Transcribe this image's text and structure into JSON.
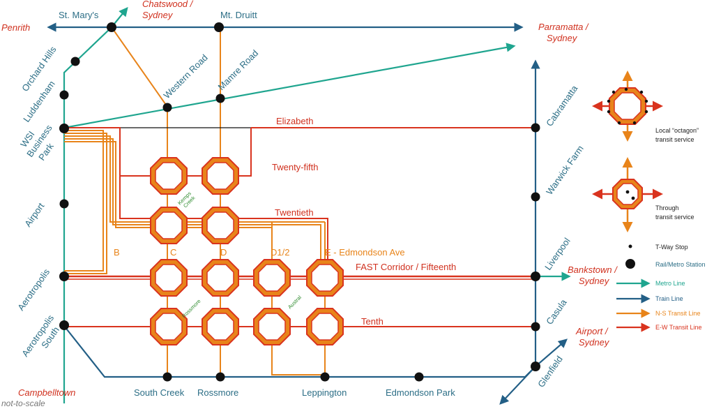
{
  "destinations": {
    "penrith": "Penrith",
    "chatswood": "Chatswood /",
    "chatswood_2": "Sydney",
    "parramatta": "Parramatta /",
    "parramatta_2": "Sydney",
    "bankstown": "Bankstown /",
    "bankstown_2": "Sydney",
    "airport_sydney": "Airport /",
    "airport_sydney_2": "Sydney",
    "campbelltown": "Campbelltown"
  },
  "stations": {
    "st_marys": "St. Mary's",
    "mt_druitt": "Mt. Druitt",
    "orchard_hills": "Orchard Hills",
    "luddenham": "Luddenham",
    "wsi_1": "WSI",
    "wsi_2": "Business",
    "wsi_3": "Park",
    "airport": "Airport",
    "aerotropolis": "Aerotropolis",
    "aerotropolis_south_1": "Aerotropolis",
    "aerotropolis_south_2": "South",
    "western_road": "Western Road",
    "mamre_road": "Mamre Road",
    "cabramatta": "Cabramatta",
    "warwick_farm": "Warwick Farm",
    "liverpool": "Liverpool",
    "casula": "Casula",
    "glenfield": "Glenfield",
    "south_creek": "South Creek",
    "rossmore": "Rossmore",
    "leppington": "Leppington",
    "edmondson_park": "Edmondson Park"
  },
  "ew_lines": {
    "elizabeth": "Elizabeth",
    "twenty_fifth": "Twenty-fifth",
    "twentieth": "Twentieth",
    "fast": "FAST Corridor / Fifteenth",
    "tenth": "Tenth"
  },
  "ns_lines": {
    "b": "B",
    "c": "C",
    "d": "D",
    "d12": "D1/2",
    "e": "E - Edmondson Ave"
  },
  "localities": {
    "kemps_1": "Kemps",
    "kemps_2": "Creek",
    "rossmore_small": "Rossmore",
    "austral": "Austral"
  },
  "legend": {
    "octagon_1": "Local “octagon”",
    "octagon_2": "transit service",
    "through_1": "Through",
    "through_2": "transit service",
    "tway": "T-Way Stop",
    "rail": "Rail/Metro Station",
    "metro": "Metro Line",
    "train": "Train Line",
    "ns": "N-S Transit Line",
    "ew": "E-W Transit Line"
  },
  "footer": {
    "scale_note": "not-to-scale"
  },
  "colors": {
    "metro": "#1fa58f",
    "train": "#235f86",
    "ns": "#e8841a",
    "ew": "#d9331e",
    "station_label": "#2c6e86",
    "destination": "#d0301e"
  }
}
